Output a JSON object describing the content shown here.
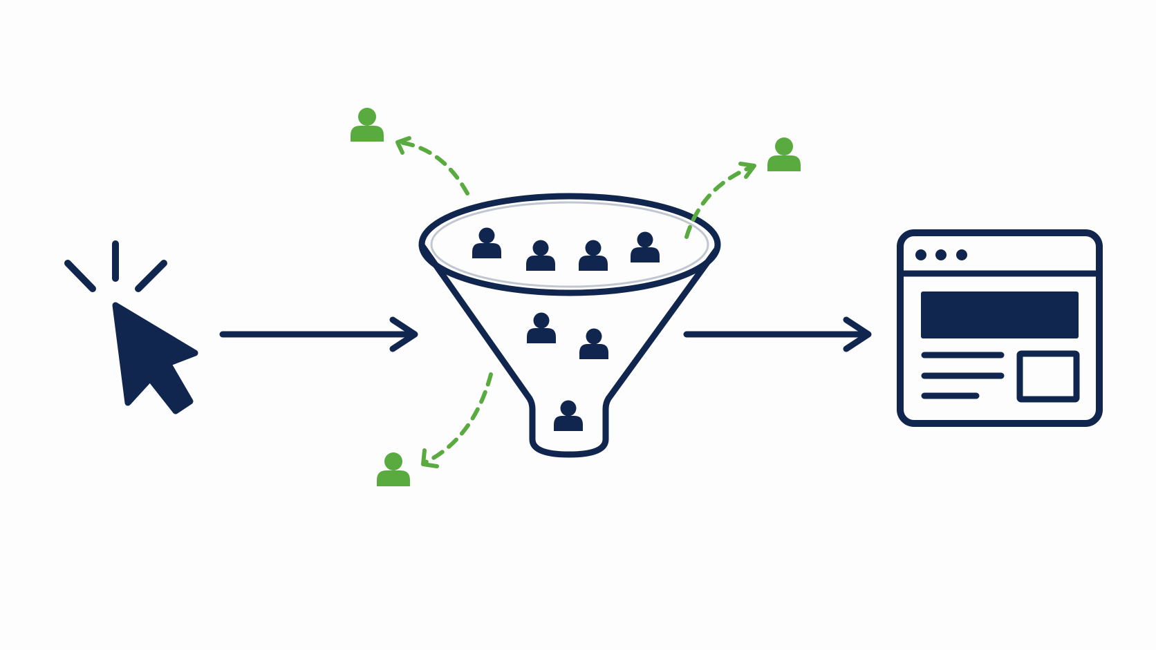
{
  "colors": {
    "background": "#fdfdfd",
    "primary": "#10264f",
    "accent": "#5aab3f"
  },
  "icons": {
    "cursor": "cursor-click-icon",
    "person": "person-icon",
    "browser": "browser-window-icon",
    "funnel": "funnel-icon",
    "arrow": "arrow-right-icon",
    "dashed_arrow": "dashed-curved-arrow-icon"
  },
  "funnel": {
    "top_users": 4,
    "middle_users": 2,
    "bottom_users": 1,
    "exited_users": 3
  }
}
